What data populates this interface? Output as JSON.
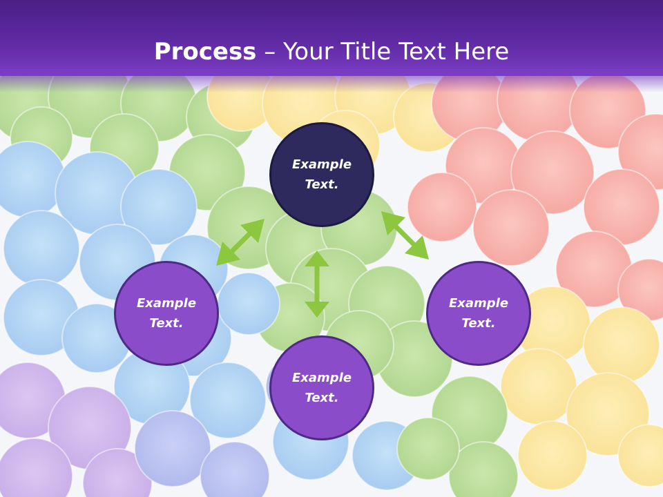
{
  "slide": {
    "title_bold": "Process",
    "title_rest": " – Your Title Text Here"
  },
  "nodes": {
    "top": "Example\nText.",
    "left": "Example\nText.",
    "right": "Example\nText.",
    "bottom": "Example\nText."
  },
  "colors": {
    "title_bar": "#5f2aa3",
    "node_top": "#2e2a5e",
    "node_other": "#8b4cc9",
    "arrow": "#8dc63f"
  }
}
